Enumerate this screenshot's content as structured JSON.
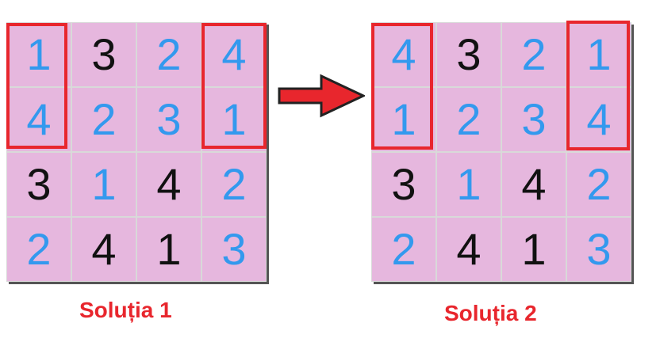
{
  "grids": [
    {
      "caption": "Soluția 1",
      "cells": [
        [
          {
            "v": "1",
            "t": "filled"
          },
          {
            "v": "3",
            "t": "given"
          },
          {
            "v": "2",
            "t": "filled"
          },
          {
            "v": "4",
            "t": "filled"
          }
        ],
        [
          {
            "v": "4",
            "t": "filled"
          },
          {
            "v": "2",
            "t": "filled"
          },
          {
            "v": "3",
            "t": "filled"
          },
          {
            "v": "1",
            "t": "filled"
          }
        ],
        [
          {
            "v": "3",
            "t": "given"
          },
          {
            "v": "1",
            "t": "filled"
          },
          {
            "v": "4",
            "t": "given"
          },
          {
            "v": "2",
            "t": "filled"
          }
        ],
        [
          {
            "v": "2",
            "t": "filled"
          },
          {
            "v": "4",
            "t": "given"
          },
          {
            "v": "1",
            "t": "given"
          },
          {
            "v": "3",
            "t": "filled"
          }
        ]
      ]
    },
    {
      "caption": "Soluția 2",
      "cells": [
        [
          {
            "v": "4",
            "t": "filled"
          },
          {
            "v": "3",
            "t": "given"
          },
          {
            "v": "2",
            "t": "filled"
          },
          {
            "v": "1",
            "t": "filled"
          }
        ],
        [
          {
            "v": "1",
            "t": "filled"
          },
          {
            "v": "2",
            "t": "filled"
          },
          {
            "v": "3",
            "t": "filled"
          },
          {
            "v": "4",
            "t": "filled"
          }
        ],
        [
          {
            "v": "3",
            "t": "given"
          },
          {
            "v": "1",
            "t": "filled"
          },
          {
            "v": "4",
            "t": "given"
          },
          {
            "v": "2",
            "t": "filled"
          }
        ],
        [
          {
            "v": "2",
            "t": "filled"
          },
          {
            "v": "4",
            "t": "given"
          },
          {
            "v": "1",
            "t": "given"
          },
          {
            "v": "3",
            "t": "filled"
          }
        ]
      ]
    }
  ],
  "colors": {
    "given_digit": "#111111",
    "filled_digit": "#3399ee",
    "cell_background": "#e6b7de",
    "highlight": "#e8262d"
  },
  "arrow_icon": "right-arrow-icon"
}
